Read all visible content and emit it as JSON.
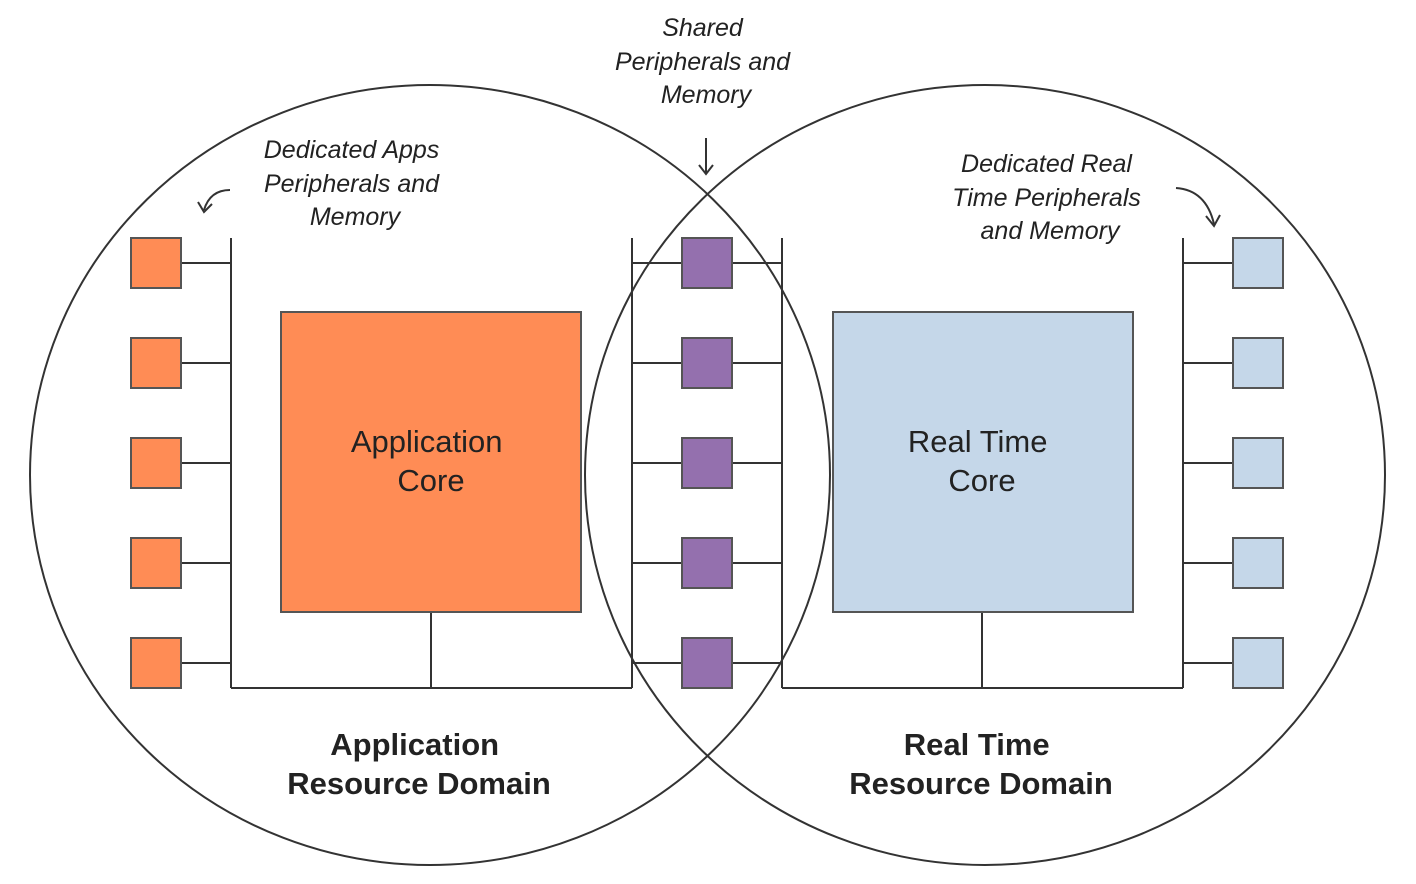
{
  "labels": {
    "shared": [
      "Shared",
      "Peripherals and",
      "Memory"
    ],
    "dedicated_apps": [
      "Dedicated Apps",
      "Peripherals and",
      "Memory"
    ],
    "dedicated_rt": [
      "Dedicated Real",
      "Time Peripherals",
      "and Memory"
    ],
    "app_core": [
      "Application",
      "Core"
    ],
    "rt_core": [
      "Real Time",
      "Core"
    ],
    "app_domain": [
      "Application",
      "Resource Domain"
    ],
    "rt_domain": [
      "Real Time",
      "Resource Domain"
    ]
  },
  "colors": {
    "app": "#FF8C55",
    "shared": "#9470AE",
    "rt": "#C5D7E9",
    "line": "#333333"
  },
  "peripherals_per_column": 5
}
